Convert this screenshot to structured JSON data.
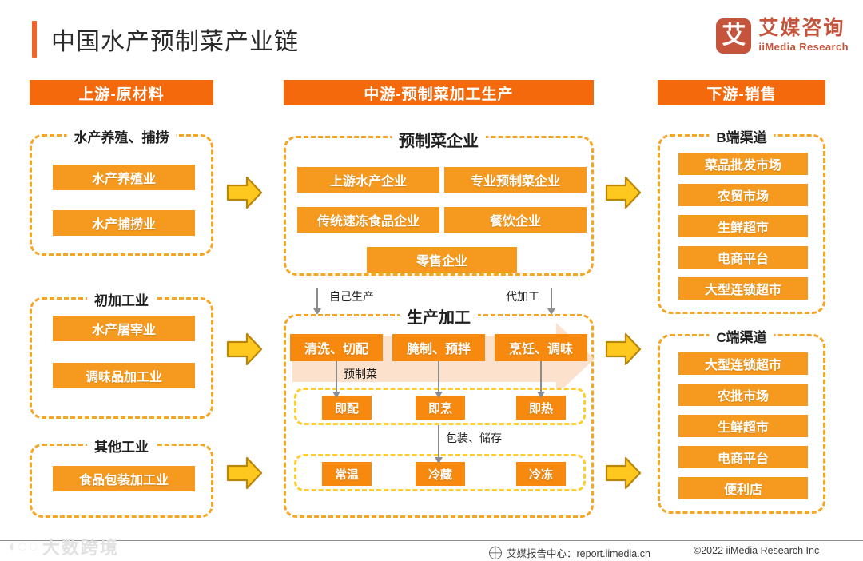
{
  "header": {
    "title": "中国水产预制菜产业链",
    "logo": {
      "mark": "艾",
      "cn": "艾媒咨询",
      "en": "iiMedia Research"
    }
  },
  "stages": {
    "upstream_header": "上游-原材料",
    "midstream_header": "中游-预制菜加工生产",
    "downstream_header": "下游-销售"
  },
  "upstream": {
    "groups": [
      {
        "label": "水产养殖、捕捞",
        "items": [
          "水产养殖业",
          "水产捕捞业"
        ]
      },
      {
        "label": "初加工业",
        "items": [
          "水产屠宰业",
          "调味品加工业"
        ]
      },
      {
        "label": "其他工业",
        "items": [
          "食品包装加工业"
        ]
      }
    ]
  },
  "midstream": {
    "enterprise_group": {
      "label": "预制菜企业",
      "items": [
        "上游水产企业",
        "专业预制菜企业",
        "传统速冻食品企业",
        "餐饮企业",
        "零售企业"
      ]
    },
    "production_group": {
      "label": "生产加工",
      "inbound_labels": [
        "自己生产",
        "代加工"
      ],
      "steps": [
        "清洗、切配",
        "腌制、预拌",
        "烹饪、调味"
      ],
      "ready_arrow_label": "预制菜",
      "ready_items": [
        "即配",
        "即烹",
        "即热"
      ],
      "storage_arrow_label": "包装、储存",
      "storage_items": [
        "常温",
        "冷藏",
        "冷冻"
      ]
    }
  },
  "downstream": {
    "groups": [
      {
        "label": "B端渠道",
        "items": [
          "菜品批发市场",
          "农贸市场",
          "生鲜超市",
          "电商平台",
          "大型连锁超市"
        ]
      },
      {
        "label": "C端渠道",
        "items": [
          "大型连锁超市",
          "农批市场",
          "生鲜超市",
          "电商平台",
          "便利店"
        ]
      }
    ]
  },
  "footer": {
    "report_center": "艾媒报告中心：report.iimedia.cn",
    "copyright": "©2022  iiMedia Research  Inc",
    "watermark": "大数跨境"
  },
  "colors": {
    "header_orange": "#F4690C",
    "pill_orange": "#F59A1E",
    "pill_dark_orange": "#F6890E",
    "dashed_orange": "#F5A623",
    "dashed_yellow": "#FFCD2E",
    "arrow_gold": "#FFC81E",
    "brand_red": "#C4553C",
    "title_accent": "#F0642A"
  }
}
